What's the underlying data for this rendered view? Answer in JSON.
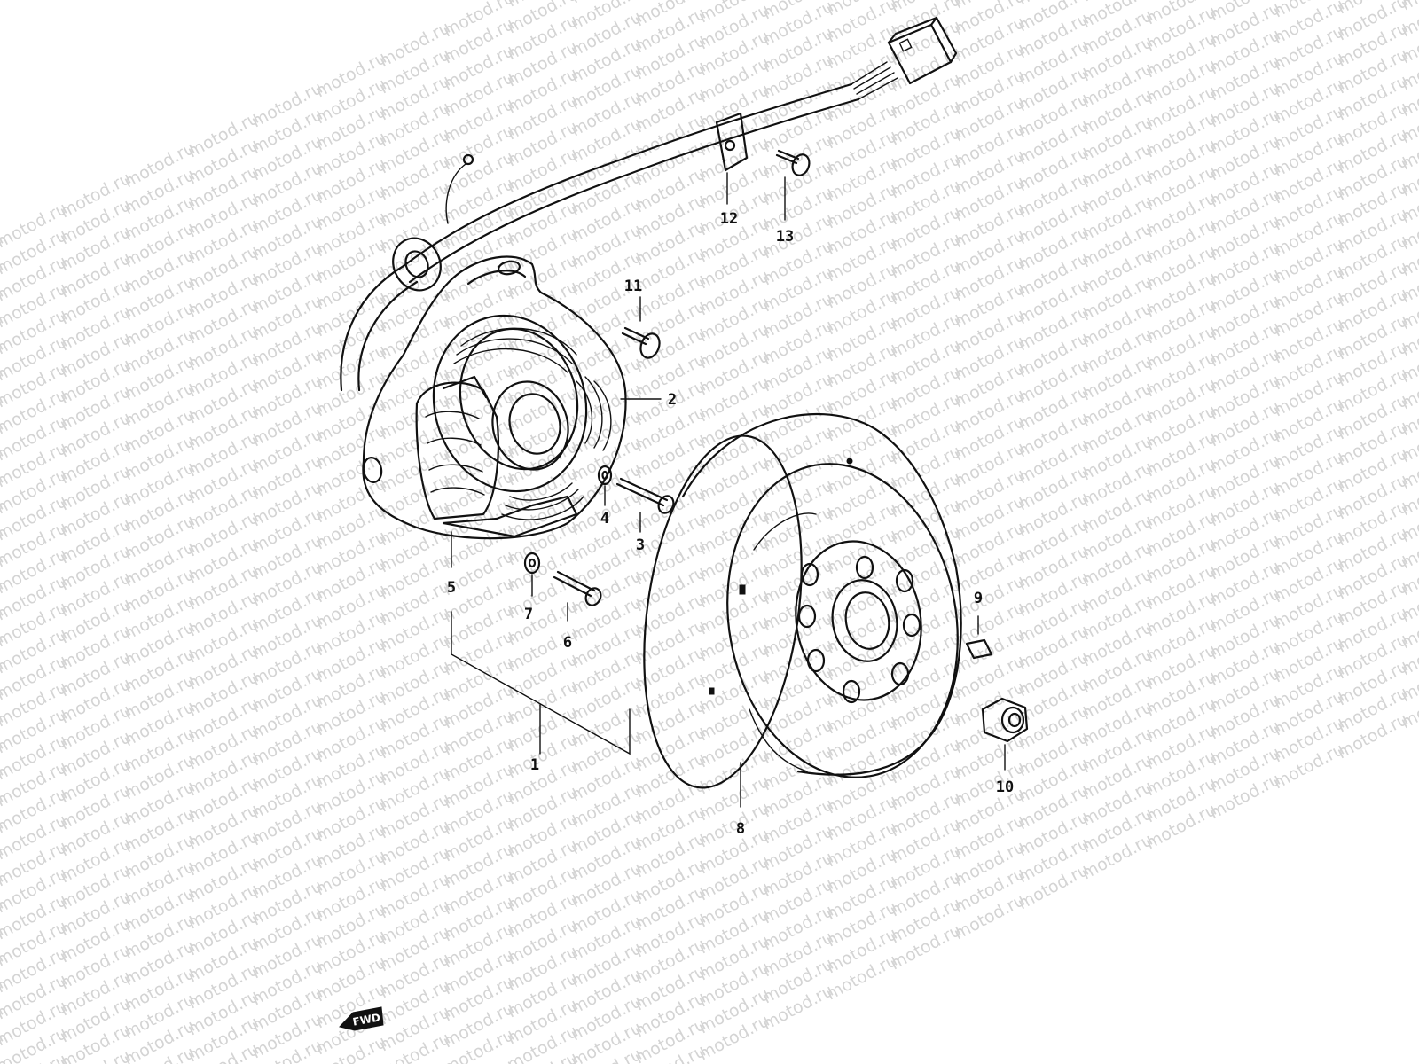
{
  "watermark": {
    "text": "motod.ru"
  },
  "direction_badge": {
    "text": "FWD"
  },
  "parts": [
    {
      "number": "1"
    },
    {
      "number": "2"
    },
    {
      "number": "3"
    },
    {
      "number": "4"
    },
    {
      "number": "5"
    },
    {
      "number": "6"
    },
    {
      "number": "7"
    },
    {
      "number": "8"
    },
    {
      "number": "9"
    },
    {
      "number": "10"
    },
    {
      "number": "11"
    },
    {
      "number": "12"
    },
    {
      "number": "13"
    }
  ]
}
